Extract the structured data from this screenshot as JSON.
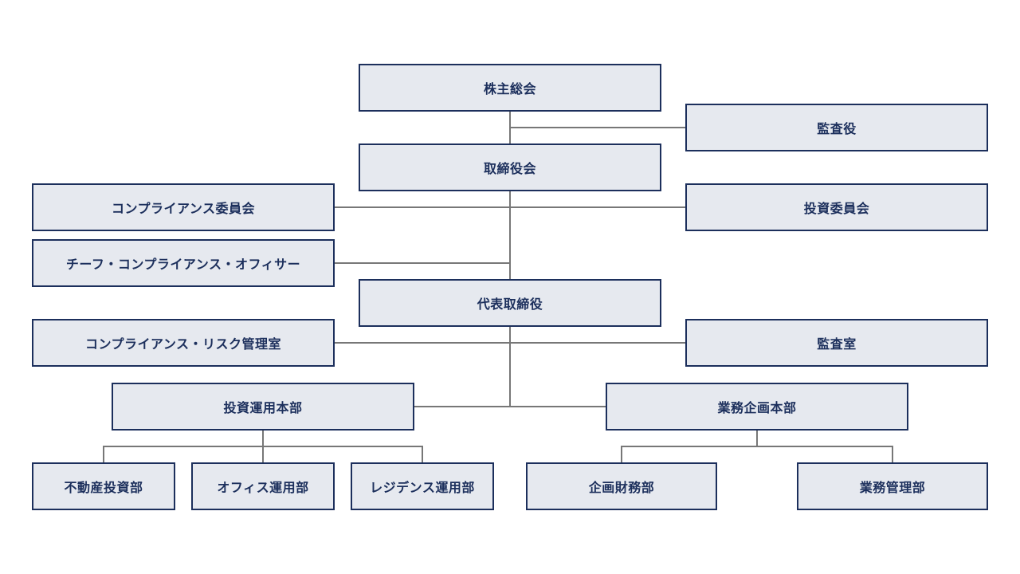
{
  "org": {
    "shareholders": "株主総会",
    "auditor": "監査役",
    "board": "取締役会",
    "compliance_committee": "コンプライアンス委員会",
    "investment_committee": "投資委員会",
    "cco": "チーフ・コンプライアンス・オフィサー",
    "ceo": "代表取締役",
    "compliance_risk_office": "コンプライアンス・リスク管理室",
    "audit_office": "監査室",
    "investment_division": "投資運用本部",
    "business_planning_division": "業務企画本部",
    "real_estate_dept": "不動産投資部",
    "office_dept": "オフィス運用部",
    "residence_dept": "レジデンス運用部",
    "planning_finance_dept": "企画財務部",
    "business_admin_dept": "業務管理部"
  },
  "colors": {
    "box_fill": "#e6e9ef",
    "box_border": "#1c2f5c",
    "text": "#1c2f5c",
    "connector": "#777777"
  }
}
